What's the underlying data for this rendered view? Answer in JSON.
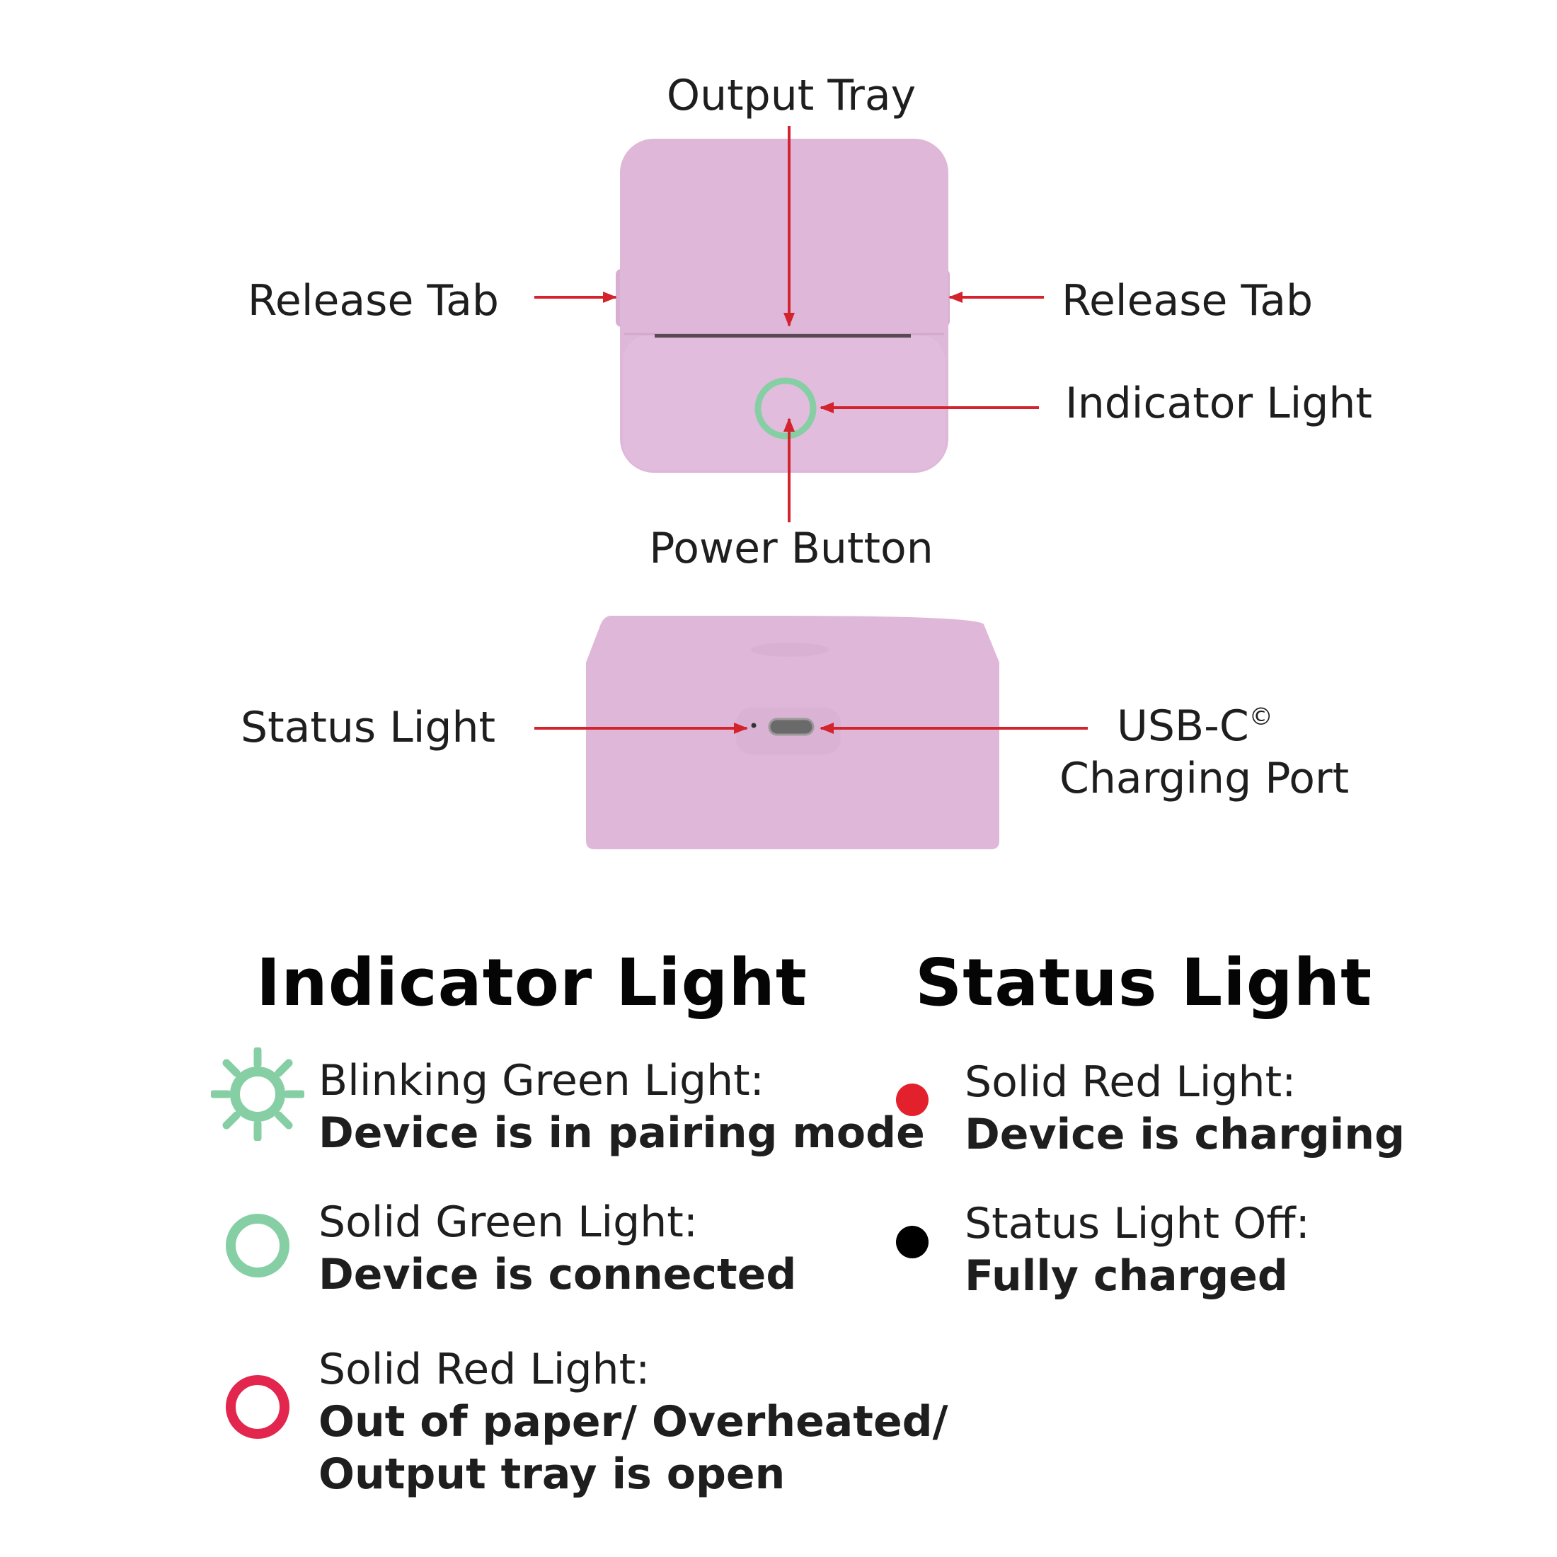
{
  "callouts": {
    "output_tray": "Output Tray",
    "release_tab_left": "Release Tab",
    "release_tab_right": "Release Tab",
    "indicator_light": "Indicator Light",
    "power_button": "Power Button",
    "status_light": "Status Light",
    "usb_c_line1": "USB-C",
    "usb_c_mark": "©",
    "usb_c_line2": "Charging Port"
  },
  "indicator_legend": {
    "heading": "Indicator Light",
    "items": [
      {
        "label": "Blinking Green Light:",
        "meaning": "Device is in pairing mode",
        "icon": "blinking-green-light-icon"
      },
      {
        "label": "Solid Green Light:",
        "meaning": "Device is connected",
        "icon": "solid-green-ring-icon"
      },
      {
        "label": "Solid Red Light:",
        "meaning_line1": "Out of paper/ Overheated/",
        "meaning_line2": "Output tray is open",
        "icon": "solid-red-ring-icon"
      }
    ]
  },
  "status_legend": {
    "heading": "Status Light",
    "items": [
      {
        "label": "Solid Red Light:",
        "meaning": "Device is charging",
        "icon": "red-dot-icon"
      },
      {
        "label": "Status Light Off:",
        "meaning": "Fully charged",
        "icon": "black-dot-icon"
      }
    ]
  },
  "colors": {
    "device_body": "#dfb8d9",
    "arrow": "#d3242e",
    "green_light": "#86cfa4",
    "red_ring": "#e2264d",
    "red_dot": "#e3212c",
    "black_dot": "#000000"
  }
}
